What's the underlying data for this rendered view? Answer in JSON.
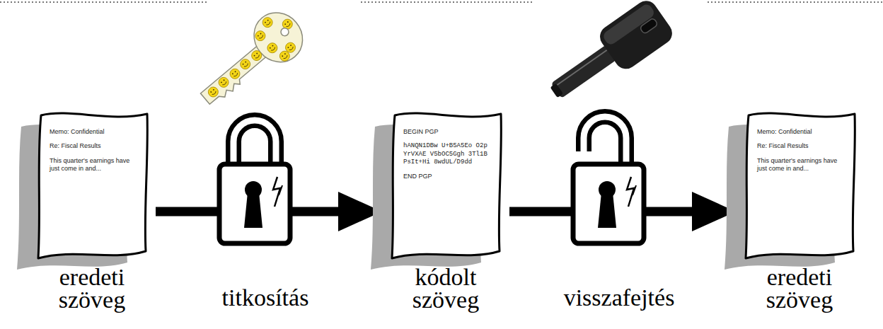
{
  "diagram": {
    "nodes": [
      {
        "text": [
          "Memo: Confidential",
          "Re: Fiscal Results",
          "This quarter's earnings have just come in and...",
          "eredeti szöveg"
        ]
      },
      {
        "text": [
          "BEGIN PGP",
          "hANQN1DBw U+B5A5Eo O2pYrVXAE V5bOC5Ggh 3Tl1BPsIt+Hi 8wdUL/D9dd",
          "END PGP",
          "kódolt szöveg"
        ]
      },
      {
        "text": [
          "Memo: Confidential",
          "Re: Fiscal Results",
          "This quarter's earnings have just come in and...",
          "eredeti szöveg"
        ]
      }
    ],
    "edges": [
      {
        "from": 0,
        "to": 1,
        "label": "titkosítás",
        "arrow": "to"
      },
      {
        "from": 1,
        "to": 2,
        "label": "visszafejtés",
        "arrow": "to"
      }
    ]
  }
}
